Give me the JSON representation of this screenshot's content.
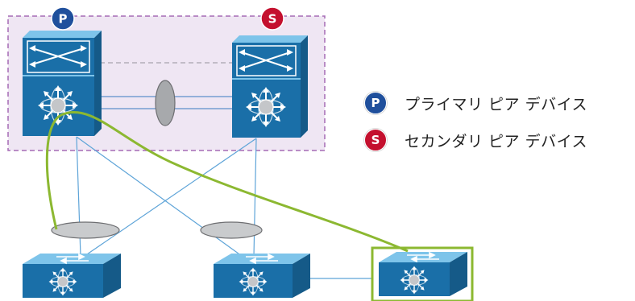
{
  "primary_badge": {
    "letter": "P",
    "color": "#1f4f9c"
  },
  "secondary_badge": {
    "letter": "S",
    "color": "#c4102e"
  },
  "legend": [
    {
      "badge": "P",
      "color": "#1f4f9c",
      "label": "プライマリ ピア デバイス"
    },
    {
      "badge": "S",
      "color": "#c4102e",
      "label": "セカンダリ ピア デバイス"
    }
  ],
  "colors": {
    "device_blue": "#1a6fa8",
    "device_light": "#58b2e0",
    "link": "#3b8fd0",
    "peer_boundary": "#a56bb5",
    "highlight": "#8cb831"
  },
  "icons": [
    "nexus-switch-icon",
    "access-switch-icon",
    "port-channel-ellipse"
  ]
}
